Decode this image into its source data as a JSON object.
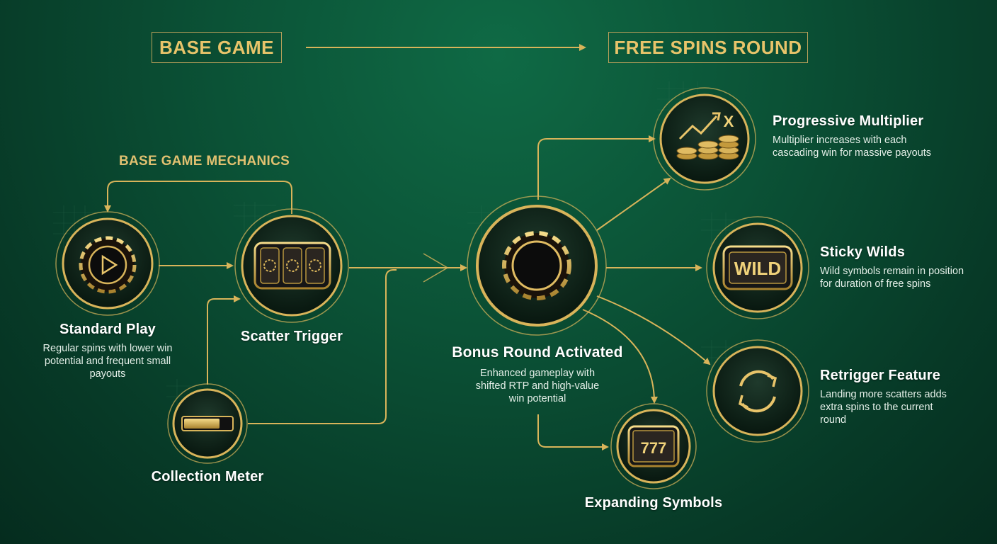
{
  "headers": {
    "base_game": "BASE GAME",
    "free_spins": "FREE SPINS ROUND"
  },
  "section_label": "BASE GAME MECHANICS",
  "nodes": {
    "standard_play": {
      "title": "Standard Play",
      "desc": "Regular spins with lower win potential and frequent small payouts"
    },
    "scatter_trigger": {
      "title": "Scatter Trigger"
    },
    "collection_meter": {
      "title": "Collection Meter"
    },
    "bonus_round": {
      "title": "Bonus Round Activated",
      "desc": "Enhanced gameplay with shifted RTP and high-value win potential"
    },
    "progressive_multiplier": {
      "title": "Progressive Multiplier",
      "desc": "Multiplier increases with each cascading win for massive payouts",
      "icon_text": "X"
    },
    "sticky_wilds": {
      "title": "Sticky Wilds",
      "desc": "Wild symbols remain in position for duration of free spins",
      "icon_text": "WILD"
    },
    "retrigger": {
      "title": "Retrigger Feature",
      "desc": "Landing more scatters adds extra spins to the current round"
    },
    "expanding_symbols": {
      "title": "Expanding Symbols",
      "icon_text": "777"
    }
  },
  "colors": {
    "gold": "#d8b45a",
    "gold_light": "#f0d27a",
    "dark": "#0b2a1d"
  }
}
